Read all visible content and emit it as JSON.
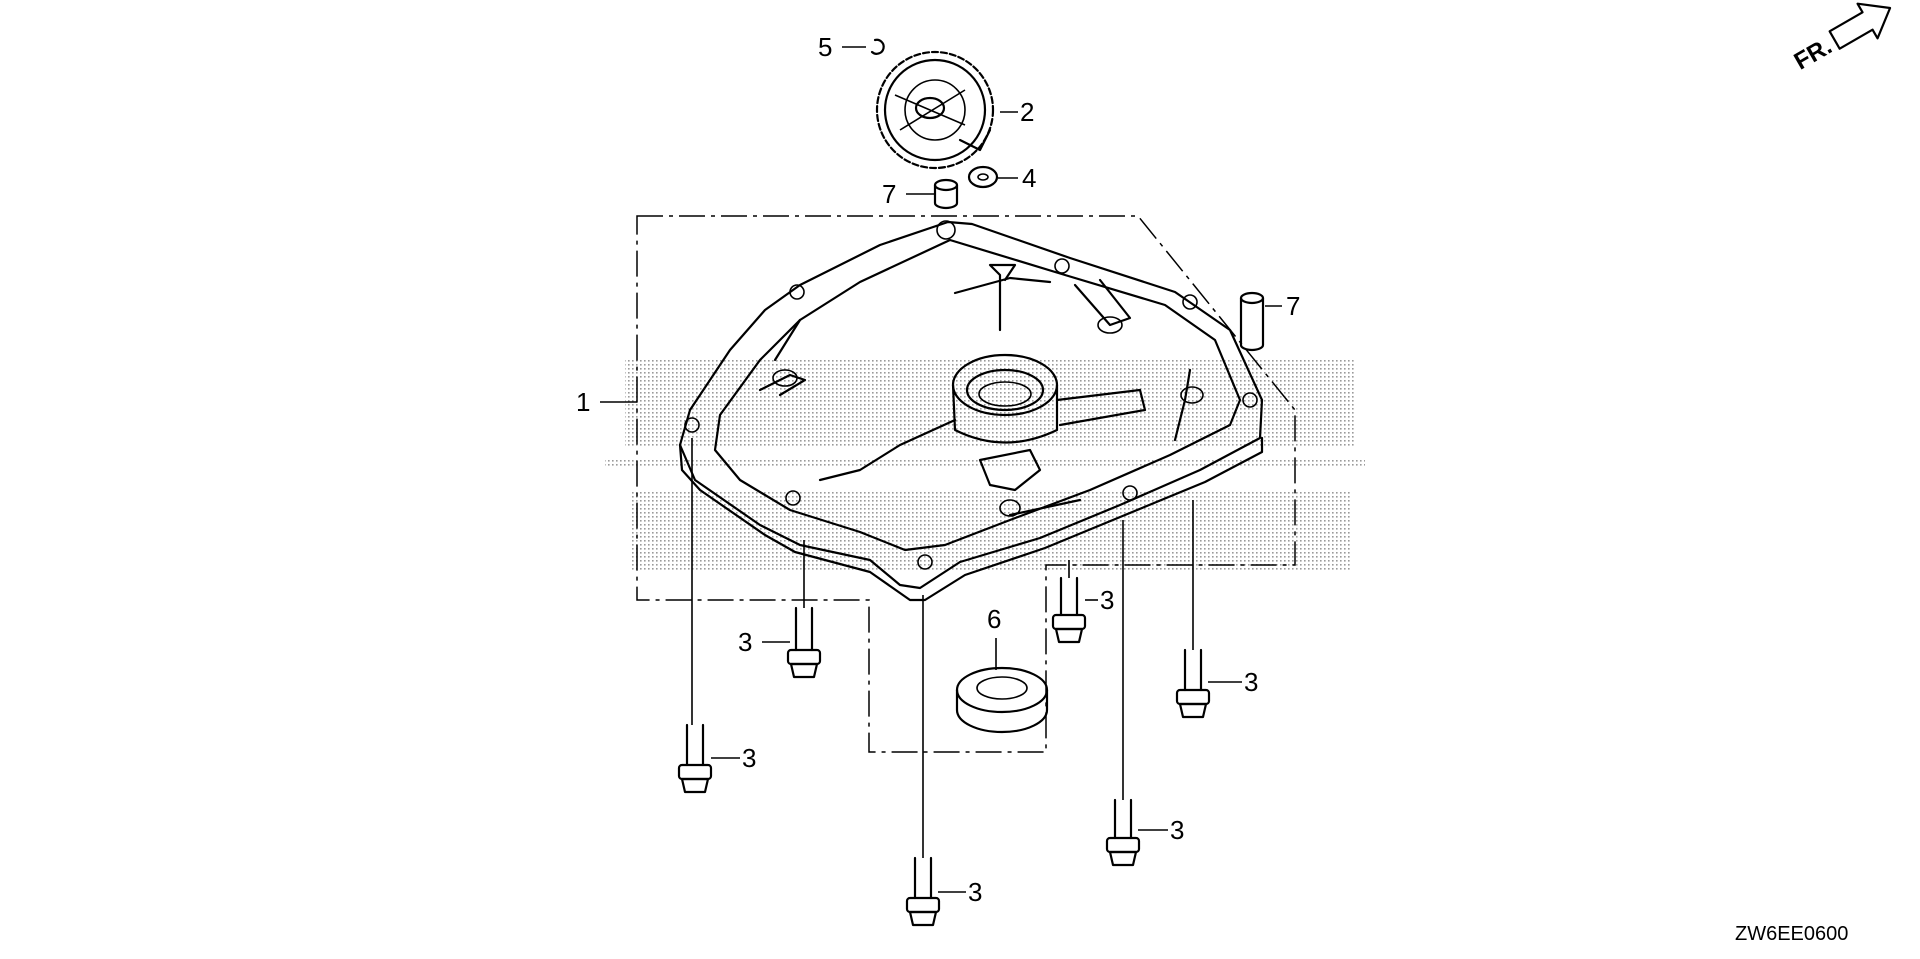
{
  "diagram": {
    "code": "ZW6EE0600",
    "direction_label": "FR.",
    "callouts": [
      {
        "id": "c5",
        "text": "5"
      },
      {
        "id": "c2",
        "text": "2"
      },
      {
        "id": "c7a",
        "text": "7"
      },
      {
        "id": "c4",
        "text": "4"
      },
      {
        "id": "c7b",
        "text": "7"
      },
      {
        "id": "c1",
        "text": "1"
      },
      {
        "id": "c6",
        "text": "6"
      },
      {
        "id": "c3a",
        "text": "3"
      },
      {
        "id": "c3b",
        "text": "3"
      },
      {
        "id": "c3c",
        "text": "3"
      },
      {
        "id": "c3d",
        "text": "3"
      },
      {
        "id": "c3e",
        "text": "3"
      },
      {
        "id": "c3f",
        "text": "3"
      }
    ]
  }
}
